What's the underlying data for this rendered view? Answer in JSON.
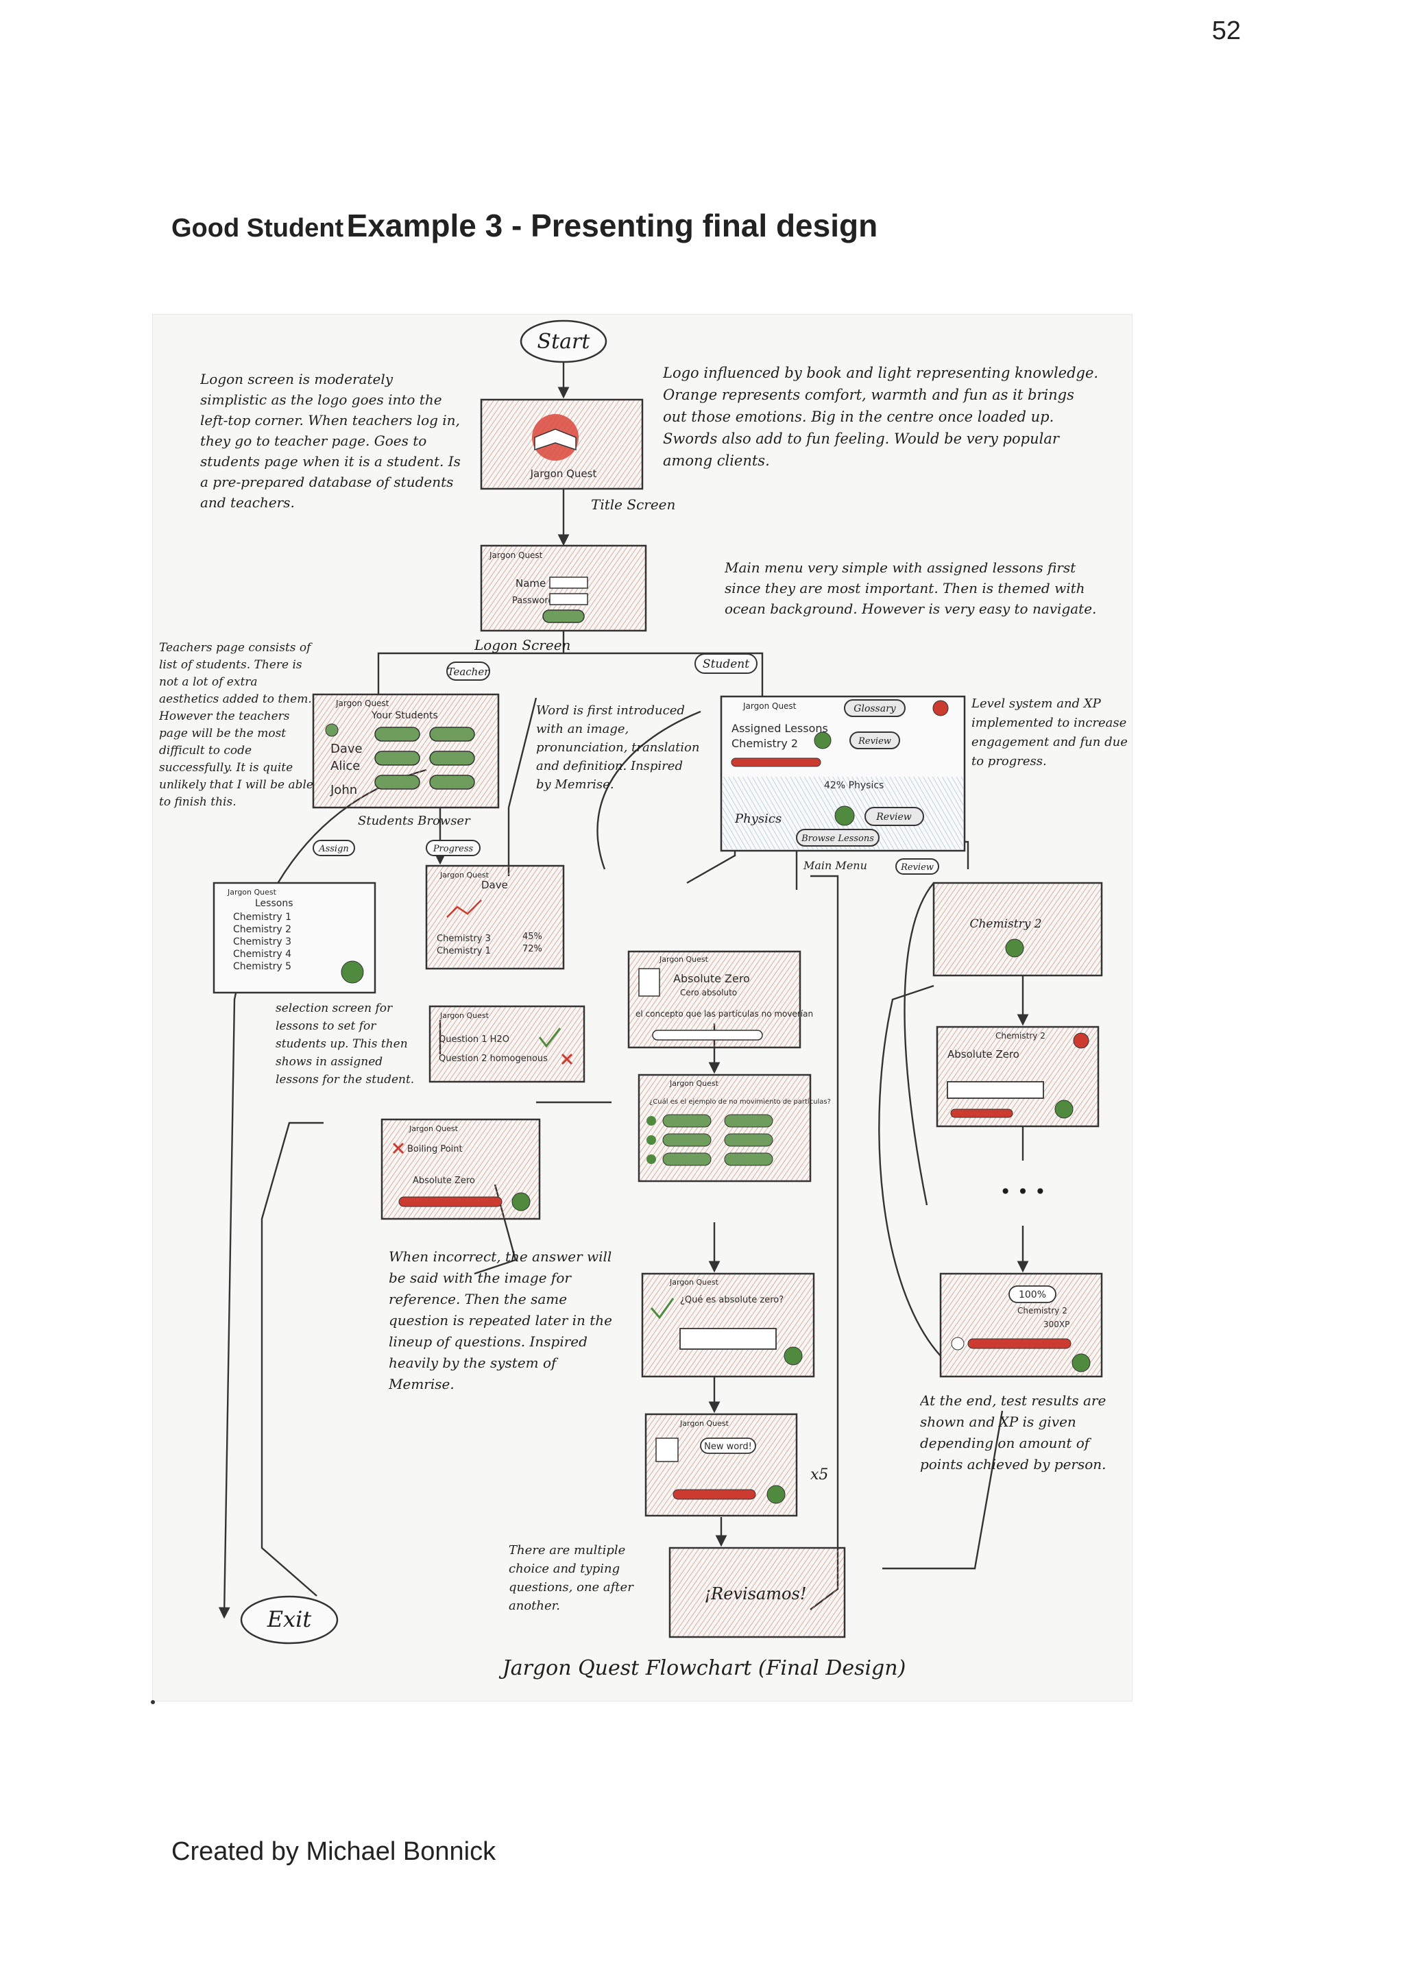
{
  "page_number": "52",
  "heading": {
    "prefix": "Good Student",
    "main": "Example 3 - Presenting final design"
  },
  "footer": "Created by Michael Bonnick",
  "sketch": {
    "start": "Start",
    "exit": "Exit",
    "caption": "Jargon Quest Flowchart (Final Design)",
    "screen_labels": {
      "title_screen": "Title Screen",
      "logon_screen": "Logon Screen",
      "students_browser": "Students Browser",
      "main_menu": "Main Menu"
    },
    "branch_labels": {
      "teacher": "Teacher",
      "student": "Student",
      "assign": "Assign",
      "progress": "Progress",
      "review": "Review"
    },
    "ui_text": {
      "app_name": "Jargon Quest",
      "name_field": "Name",
      "password_field": "Password",
      "your_students": "Your Students",
      "students": [
        "Dave",
        "Alice",
        "John"
      ],
      "glossary": "Glossary",
      "assigned_lessons": "Assigned Lessons",
      "chemistry_2": "Chemistry 2",
      "physics_progress": "42% Physics",
      "physics": "Physics",
      "browse_lessons": "Browse Lessons",
      "lessons": "Lessons",
      "lesson_list": [
        "Chemistry 1",
        "Chemistry 2",
        "Chemistry 3",
        "Chemistry 4",
        "Chemistry 5"
      ],
      "dave_chem3": "Chemistry 3",
      "dave_chem1": "Chemistry 1",
      "pct_45": "45%",
      "pct_72": "72%",
      "question_1": "Question 1  H2O",
      "question_2": "Question 2  homogenous",
      "boiling_point": "Boiling Point",
      "absolute_zero": "Absolute Zero",
      "cero_absoluto": "Cero absoluto",
      "concept_text": "el concepto que las partículas no moverían",
      "cual_es": "¿Cuál es el ejemplo de no movimiento de partículas?",
      "que_es": "¿Qué es absolute zero?",
      "new_word": "New word!",
      "times_five": "x5",
      "revisamos": "¡Revisamos!",
      "score_pct": "100%",
      "score_xp": "300XP",
      "ellipsis": "• • •"
    },
    "notes": {
      "logon": "Logon screen is moderately simplistic as the logo goes into the left-top corner. When teachers log in, they go to teacher page. Goes to students page when it is a student. Is a pre-prepared database of students and teachers.",
      "logo": "Logo influenced by book and light representing knowledge. Orange represents comfort, warmth and fun as it brings out those emotions. Big in the centre once loaded up. Swords also add to fun feeling. Would be very popular among clients.",
      "main_menu": "Main menu very simple with assigned lessons first since they are most important. Then is themed with ocean background. However is very easy to navigate.",
      "teachers_page": "Teachers page consists of list of students. There is not a lot of extra aesthetics added to them. However the teachers page will be the most difficult to code successfully. It is quite unlikely that I will be able to finish this.",
      "word_intro": "Word is first introduced with an image, pronunciation, translation and definition. Inspired by Memrise.",
      "level_system": "Level system and XP implemented to increase engagement and fun due to progress.",
      "selection": "selection screen for lessons to set for students up. This then shows in assigned lessons for the student.",
      "when_incorrect": "When incorrect, the answer will be said with the image for reference. Then the same question is repeated later in the lineup of questions. Inspired heavily by the system of Memrise.",
      "multiple_choice": "There are multiple choice and typing questions, one after another.",
      "at_the_end": "At the end, test results are shown and XP is given depending on amount of points achieved by person."
    }
  }
}
